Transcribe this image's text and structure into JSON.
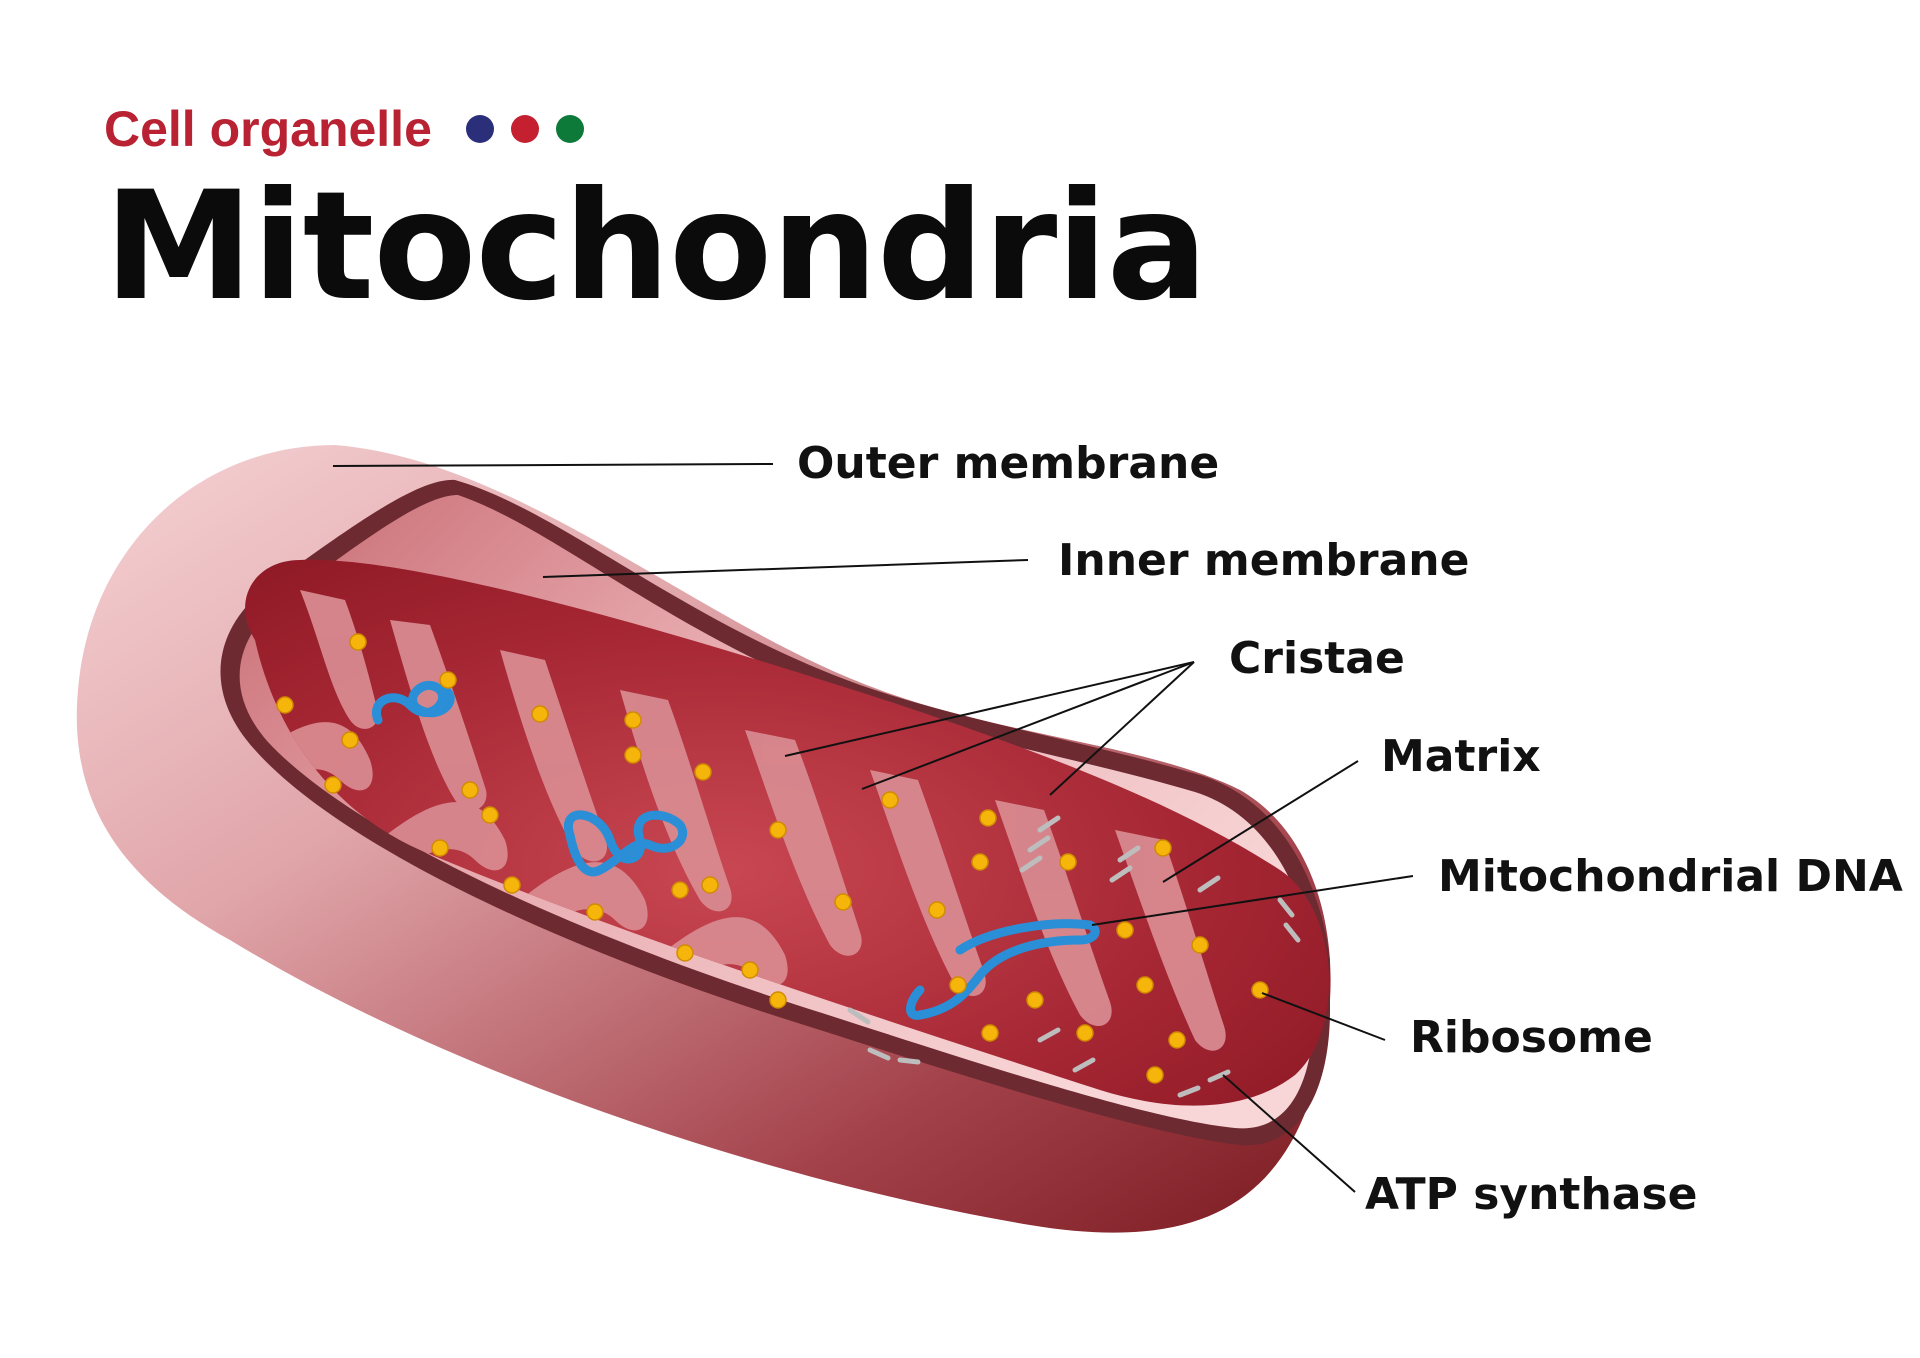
{
  "header": {
    "subtitle": "Cell organelle",
    "title": "Mitochondria",
    "dots": [
      {
        "color": "#2b2f7a"
      },
      {
        "color": "#c4202f"
      },
      {
        "color": "#0e7a3a"
      }
    ]
  },
  "labels": {
    "outer_membrane": "Outer membrane",
    "inner_membrane": "Inner membrane",
    "cristae": "Cristae",
    "matrix": "Matrix",
    "mitochondrial_dna": "Mitochondrial DNA",
    "ribosome": "Ribosome",
    "atp_synthase": "ATP synthase"
  },
  "colors": {
    "outer_light": "#f2c3c5",
    "outer_dark": "#7c1c22",
    "inner_rim": "#6b2a30",
    "inner_space": "#f5c9cb",
    "matrix": "#a82733",
    "dna": "#2a8fd6",
    "ribosome": "#f5b50a",
    "atp": "#c9c9c9"
  }
}
